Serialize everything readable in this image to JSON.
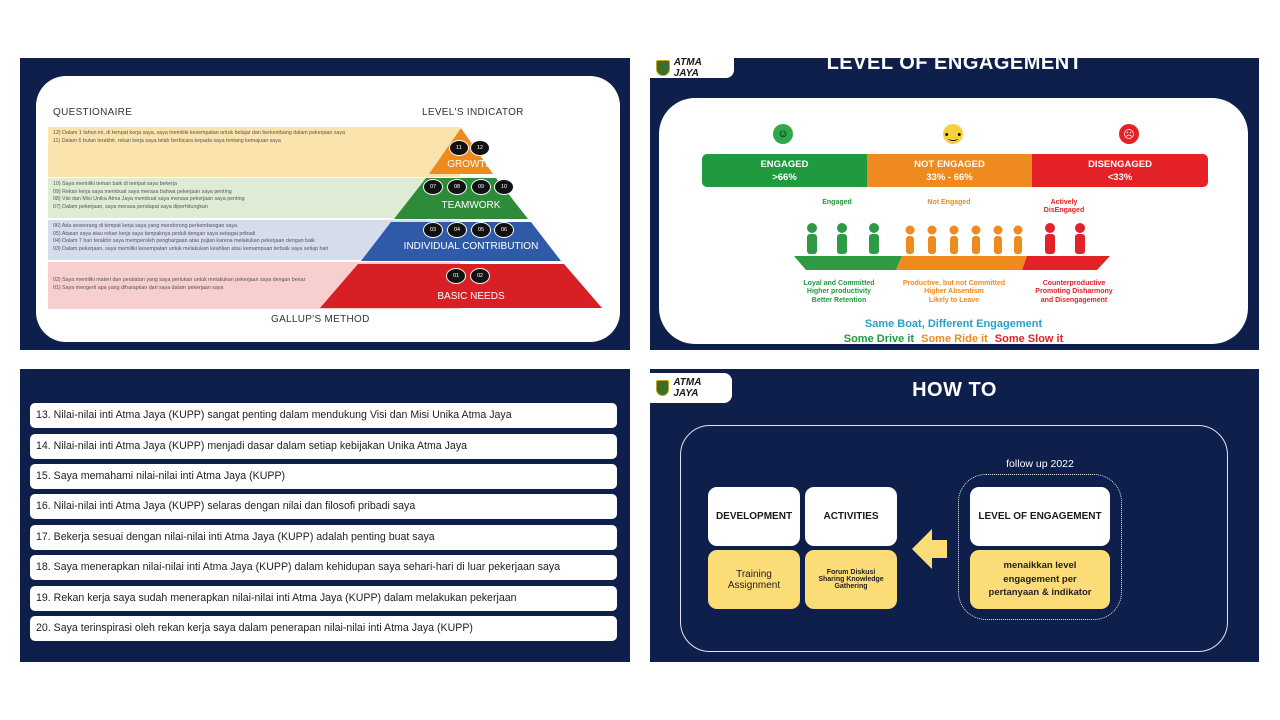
{
  "gallup": {
    "questionnaire_title": "QUESTIONAIRE",
    "indicator_title": "LEVEL'S INDICATOR",
    "method": "GALLUP'S METHOD",
    "levels": [
      {
        "name": "GROWTH",
        "items": [
          "11",
          "12"
        ],
        "questions": [
          "12) Dalam 1 tahun ini, di tempat kerja saya, saya memiliki kesempatan untuk belajar dan berkembang dalam pekerjaan saya",
          "11) Dalam 6 bulan terakhir, rekan kerja saya telah berbicara kepada saya tentang kemajuan saya"
        ]
      },
      {
        "name": "TEAMWORK",
        "items": [
          "07",
          "08",
          "09",
          "10"
        ],
        "questions": [
          "10) Saya memiliki teman baik di tempat saya bekerja",
          "09) Rekan kerja saya membuat saya merasa bahwa pekerjaan saya penting",
          "08) Visi dan Misi Unika Atma Jaya membuat saya merasa pekerjaan saya penting",
          "07) Dalam pekerjaan, saya merasa pendapat saya diperhitungkan"
        ]
      },
      {
        "name": "INDIVIDUAL CONTRIBUTION",
        "items": [
          "03",
          "04",
          "05",
          "06"
        ],
        "questions": [
          "06) Ada seseorang di tempat kerja saya yang mendorong perkembangan saya",
          "05) Atasan saya atau rekan kerja saya tampaknya peduli dengan saya sebagai pribadi",
          "04) Dalam 7 hari terakhir saya memperoleh penghargaan atau pujian karena melakukan pekerjaan dengan baik",
          "03) Dalam pekerjaan, saya memiliki kesempatan untuk melakukan keahlian atau kemampuan terbaik saya setiap hari"
        ]
      },
      {
        "name": "BASIC NEEDS",
        "items": [
          "01",
          "02"
        ],
        "questions": [
          "02) Saya memiliki materi dan peralatan yang saya perlukan untuk melakukan pekerjaan saya dengan benar",
          "01) Saya mengerti apa yang diharapkan dari saya dalam pekerjaan saya"
        ]
      }
    ]
  },
  "engagement": {
    "logo": "ATMA JAYA",
    "title": "LEVEL OF ENGAGEMENT",
    "segments": [
      {
        "label": "ENGAGED",
        "range": ">66%",
        "color": "#1f9a3f",
        "caption_top": "Engaged",
        "caption_bottom": "Loyal and Committed\nHigher productivity\nBetter Retention"
      },
      {
        "label": "NOT ENGAGED",
        "range": "33% - 66%",
        "color": "#ef8a1f",
        "caption_top": "Not Engaged",
        "caption_bottom": "Productive, but not Committed\nHigher Absentism\nLikely to Leave"
      },
      {
        "label": "DISENGAGED",
        "range": "<33%",
        "color": "#e32126",
        "caption_top": "Actively\nDisEngaged",
        "caption_bottom": "Counterproductive\nPromoting Disharmony\nand Disengagement"
      }
    ],
    "tagline": "Same Boat, Different Engagement",
    "drive": "Some Drive it",
    "ride": "Some Ride it",
    "slow": "Some Slow it"
  },
  "kupp": {
    "items": [
      "13. Nilai-nilai inti Atma Jaya (KUPP) sangat penting dalam mendukung Visi dan Misi Unika Atma Jaya",
      "14. Nilai-nilai inti Atma Jaya (KUPP) menjadi dasar dalam setiap kebijakan Unika Atma Jaya",
      "15. Saya memahami nilai-nilai inti Atma Jaya (KUPP)",
      "16. Nilai-nilai inti Atma Jaya (KUPP) selaras dengan nilai dan filosofi pribadi saya",
      "17. Bekerja sesuai dengan nilai-nilai inti Atma Jaya (KUPP) adalah penting buat saya",
      "18. Saya menerapkan nilai-nilai inti Atma Jaya (KUPP) dalam kehidupan saya sehari-hari di luar pekerjaan saya",
      "19. Rekan kerja saya sudah menerapkan nilai-nilai inti Atma Jaya (KUPP) dalam melakukan pekerjaan",
      "20. Saya terinspirasi oleh rekan kerja saya dalam penerapan nilai-nilai inti Atma Jaya (KUPP)"
    ]
  },
  "howto": {
    "logo": "ATMA JAYA",
    "title": "HOW TO",
    "follow_up": "follow up 2022",
    "development": "DEVELOPMENT",
    "development_detail": "Training\nAssignment",
    "activities": "ACTIVITIES",
    "activities_detail": "Forum Diskusi\nSharing Knowledge\nGathering",
    "level": "LEVEL OF ENGAGEMENT",
    "level_detail": "menaikkan level\nengagement per\npertanyaan & indikator"
  },
  "colors": {
    "navy": "#0f1f4b",
    "growth": "#ef8a1f",
    "teamwork": "#2e8b3a",
    "individual": "#2f5aa8",
    "basic": "#d81f26",
    "accent_yellow": "#fbdc77"
  }
}
